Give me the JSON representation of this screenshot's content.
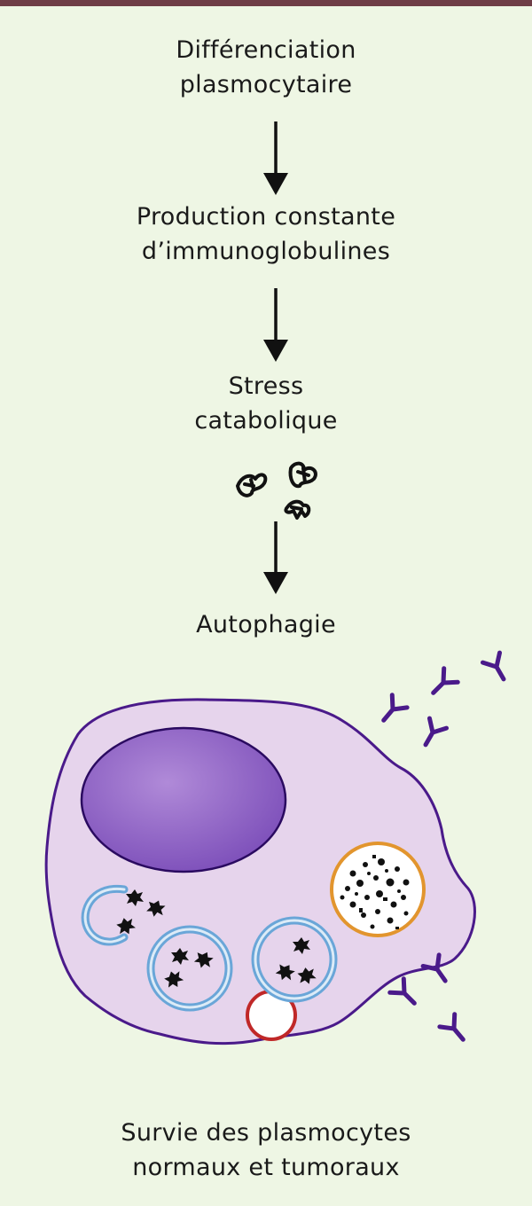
{
  "steps": {
    "step1": {
      "line1": "Différenciation",
      "line2": "plasmocytaire"
    },
    "step2": {
      "line1": "Production constante",
      "line2": "d’immunoglobulines"
    },
    "step3": {
      "line1": "Stress",
      "line2": "catabolique"
    },
    "step4": {
      "line1": "Autophagie"
    },
    "step5": {
      "line1": "Survie des plasmocytes",
      "line2": "normaux et tumoraux"
    }
  },
  "colors": {
    "background": "#eef6e4",
    "top_bar": "#6e3d46",
    "cell_fill": "#e6d4ec",
    "cell_outline": "#4a1a8a",
    "nucleus": "#8a5cc4",
    "antibody": "#4a1a8a",
    "autophagosome_ring": "#6aa6d8",
    "lysosome": "#c02828",
    "autolysosome_ring": "#e2952e",
    "aggregate": "#111111"
  }
}
